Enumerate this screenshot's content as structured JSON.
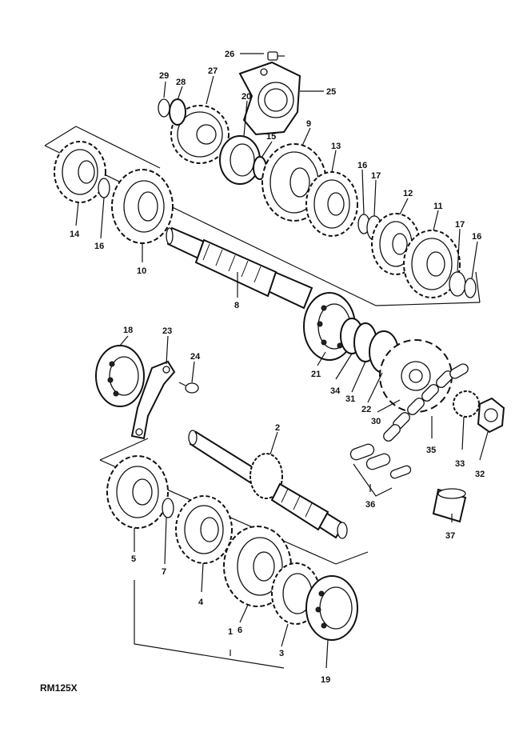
{
  "model_code": "RM125X",
  "part_labels": [
    "1",
    "2",
    "3",
    "4",
    "5",
    "6",
    "7",
    "8",
    "9",
    "10",
    "11",
    "12",
    "13",
    "14",
    "15",
    "16",
    "16",
    "16",
    "17",
    "17",
    "18",
    "19",
    "20",
    "21",
    "22",
    "23",
    "24",
    "25",
    "26",
    "27",
    "28",
    "29",
    "30",
    "31",
    "32",
    "33",
    "34",
    "35",
    "36",
    "37"
  ]
}
